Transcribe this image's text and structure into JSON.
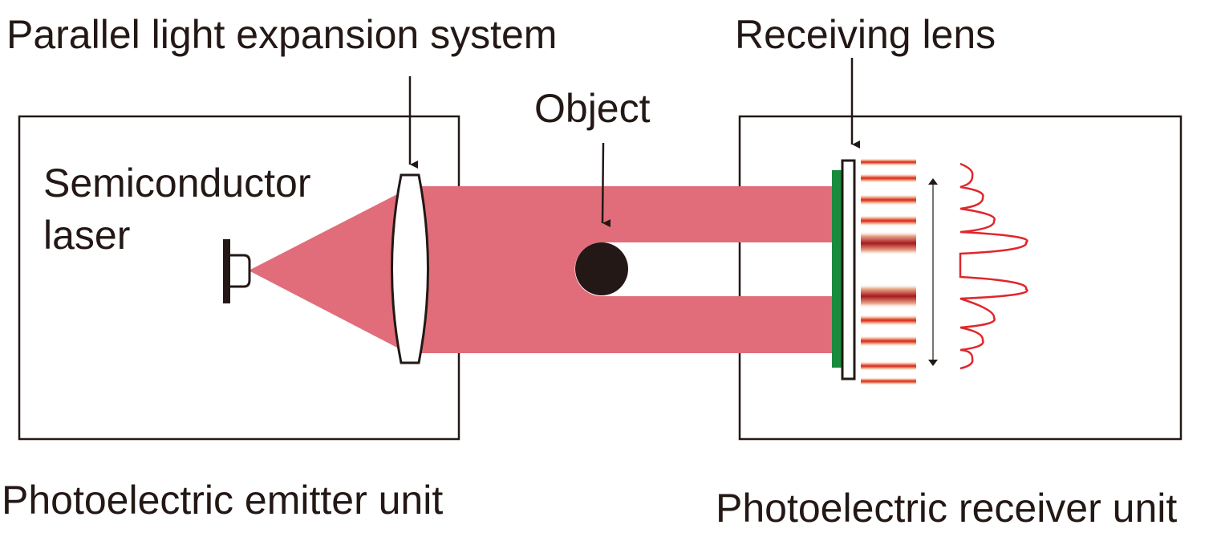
{
  "labels": {
    "expansion_system": "Parallel light expansion system",
    "receiving_lens": "Receiving lens",
    "object": "Object",
    "laser_line1": "Semiconductor",
    "laser_line2": "laser",
    "emitter_unit": "Photoelectric emitter unit",
    "receiver_unit": "Photoelectric receiver unit"
  },
  "colors": {
    "ink": "#231815",
    "beam": "#e06d79",
    "sensor": "#1a8a3c",
    "fringe": "#a8191f",
    "signal": "#e0262b",
    "measure_arrow": "#777777"
  },
  "fringes": {
    "count_upper": 5,
    "count_lower": 5
  }
}
